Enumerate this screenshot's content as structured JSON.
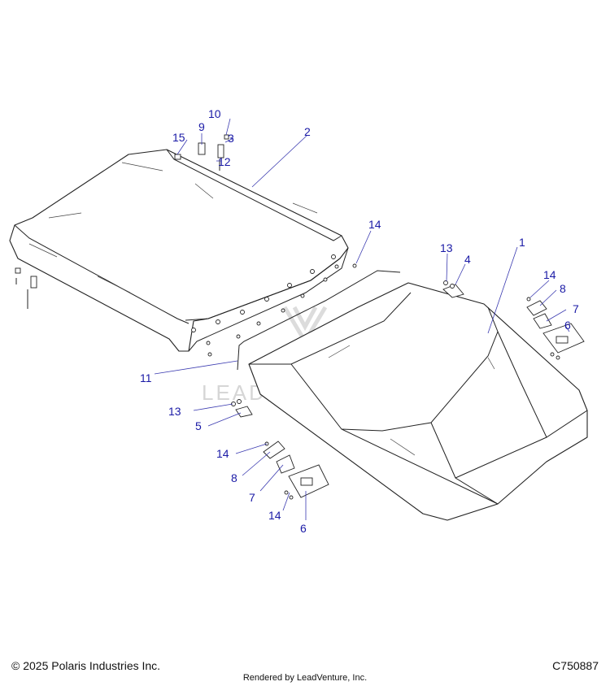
{
  "callouts": [
    {
      "label": "1"
    },
    {
      "label": "2"
    },
    {
      "label": "3"
    },
    {
      "label": "4"
    },
    {
      "label": "5"
    },
    {
      "label": "6"
    },
    {
      "label": "6"
    },
    {
      "label": "7"
    },
    {
      "label": "7"
    },
    {
      "label": "8"
    },
    {
      "label": "8"
    },
    {
      "label": "9"
    },
    {
      "label": "10"
    },
    {
      "label": "11"
    },
    {
      "label": "12"
    },
    {
      "label": "13"
    },
    {
      "label": "13"
    },
    {
      "label": "14"
    },
    {
      "label": "14"
    },
    {
      "label": "14"
    },
    {
      "label": "14"
    },
    {
      "label": "15"
    }
  ],
  "watermark": "LEADVENTURE",
  "footer": {
    "copyright": "© 2025 Polaris Industries Inc.",
    "drawing_id": "C750887",
    "rendered_by": "Rendered by LeadVenture, Inc."
  },
  "colors": {
    "callout": "#1a1aa6",
    "line": "#222222",
    "watermark": "#d6d6d6"
  }
}
